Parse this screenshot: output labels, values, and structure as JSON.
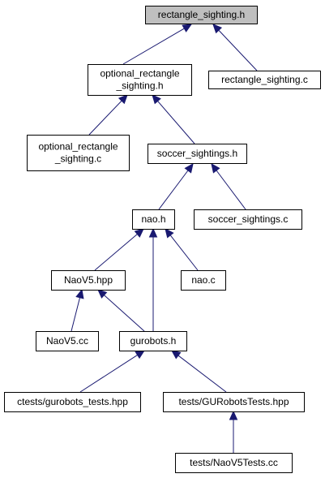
{
  "graph": {
    "colors": {
      "edge": "#191970",
      "node_border": "#000000",
      "node_fill": "#ffffff",
      "focus_fill": "#bfbfbf"
    },
    "nodes": [
      {
        "id": "rectangle_sighting_h",
        "lines": [
          "rectangle_sighting.h"
        ],
        "focus": true
      },
      {
        "id": "optional_rectangle_sighting_h",
        "lines": [
          "optional_rectangle",
          "_sighting.h"
        ]
      },
      {
        "id": "rectangle_sighting_c",
        "lines": [
          "rectangle_sighting.c"
        ]
      },
      {
        "id": "optional_rectangle_sighting_c",
        "lines": [
          "optional_rectangle",
          "_sighting.c"
        ]
      },
      {
        "id": "soccer_sightings_h",
        "lines": [
          "soccer_sightings.h"
        ]
      },
      {
        "id": "nao_h",
        "lines": [
          "nao.h"
        ]
      },
      {
        "id": "soccer_sightings_c",
        "lines": [
          "soccer_sightings.c"
        ]
      },
      {
        "id": "naov5_hpp",
        "lines": [
          "NaoV5.hpp"
        ]
      },
      {
        "id": "nao_c",
        "lines": [
          "nao.c"
        ]
      },
      {
        "id": "naov5_cc",
        "lines": [
          "NaoV5.cc"
        ]
      },
      {
        "id": "gurobots_h",
        "lines": [
          "gurobots.h"
        ]
      },
      {
        "id": "ctests_gurobots_tests_hpp",
        "lines": [
          "ctests/gurobots_tests.hpp"
        ]
      },
      {
        "id": "tests_gurobotstests_hpp",
        "lines": [
          "tests/GURobotsTests.hpp"
        ]
      },
      {
        "id": "tests_naov5tests_cc",
        "lines": [
          "tests/NaoV5Tests.cc"
        ]
      }
    ],
    "edges": [
      {
        "from": "optional_rectangle_sighting_h",
        "to": "rectangle_sighting_h"
      },
      {
        "from": "rectangle_sighting_c",
        "to": "rectangle_sighting_h"
      },
      {
        "from": "optional_rectangle_sighting_c",
        "to": "optional_rectangle_sighting_h"
      },
      {
        "from": "soccer_sightings_h",
        "to": "optional_rectangle_sighting_h"
      },
      {
        "from": "nao_h",
        "to": "soccer_sightings_h"
      },
      {
        "from": "soccer_sightings_c",
        "to": "soccer_sightings_h"
      },
      {
        "from": "naov5_hpp",
        "to": "nao_h"
      },
      {
        "from": "nao_c",
        "to": "nao_h"
      },
      {
        "from": "gurobots_h",
        "to": "nao_h"
      },
      {
        "from": "naov5_cc",
        "to": "naov5_hpp"
      },
      {
        "from": "gurobots_h",
        "to": "naov5_hpp"
      },
      {
        "from": "ctests_gurobots_tests_hpp",
        "to": "gurobots_h"
      },
      {
        "from": "tests_gurobotstests_hpp",
        "to": "gurobots_h"
      },
      {
        "from": "tests_naov5tests_cc",
        "to": "tests_gurobotstests_hpp"
      }
    ]
  }
}
